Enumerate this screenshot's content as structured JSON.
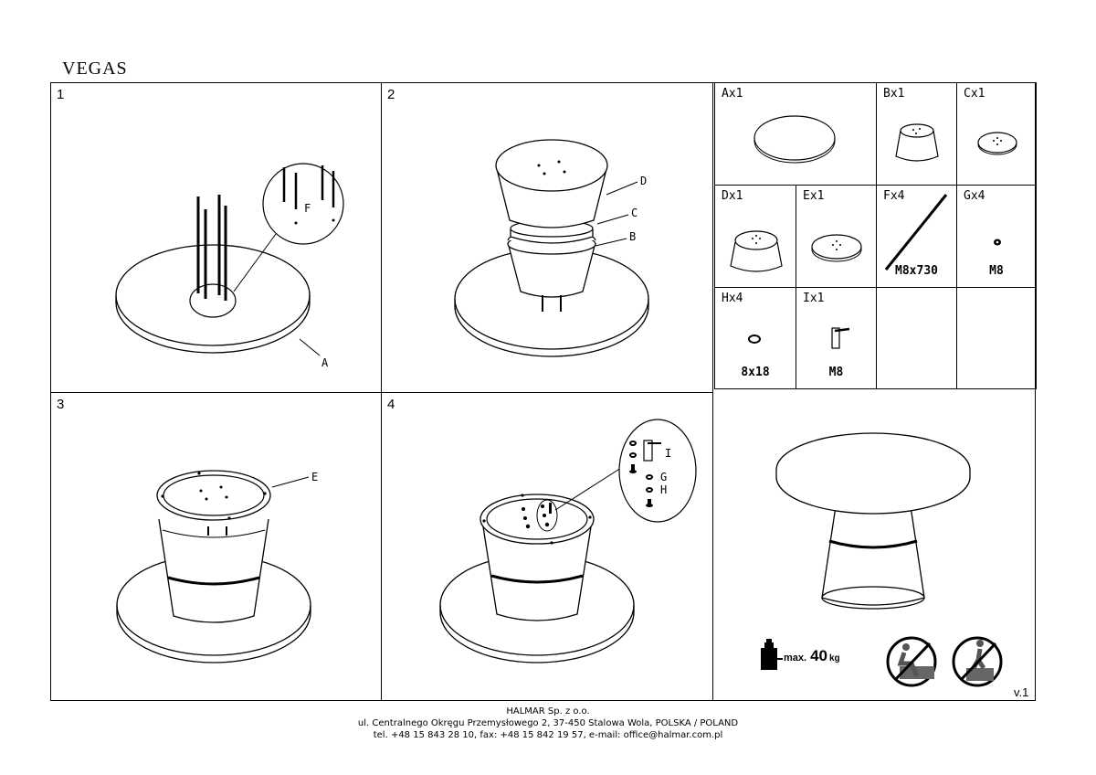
{
  "document": {
    "title": "VEGAS",
    "version": "v.1"
  },
  "steps": [
    {
      "number": "1",
      "labels": {
        "A": "A",
        "F": "F"
      }
    },
    {
      "number": "2",
      "labels": {
        "B": "B",
        "C": "C",
        "D": "D"
      }
    },
    {
      "number": "3",
      "labels": {
        "E": "E"
      }
    },
    {
      "number": "4",
      "labels": {
        "G": "G",
        "H": "H",
        "I": "I"
      }
    }
  ],
  "parts": [
    {
      "label": "Ax1",
      "spec": ""
    },
    {
      "label": "Bx1",
      "spec": ""
    },
    {
      "label": "Cx1",
      "spec": ""
    },
    {
      "label": "Dx1",
      "spec": ""
    },
    {
      "label": "Ex1",
      "spec": ""
    },
    {
      "label": "Fx4",
      "spec": "M8x730"
    },
    {
      "label": "Gx4",
      "spec": "M8"
    },
    {
      "label": "Hx4",
      "spec": "8x18"
    },
    {
      "label": "Ix1",
      "spec": "M8"
    }
  ],
  "load": {
    "max_label": "max.",
    "value": "40",
    "unit": "kg"
  },
  "footer": {
    "company": "HALMAR Sp. z o.o.",
    "address": "ul. Centralnego Okręgu Przemysłowego 2, 37-450 Stalowa Wola, POLSKA / POLAND",
    "contact": "tel. +48 15 843 28 10, fax: +48 15 842 19 57, e-mail: office@halmar.com.pl"
  },
  "icons": {
    "weight": "weight-icon",
    "no_sit": "no-sitting-icon",
    "no_stand": "no-standing-icon"
  }
}
